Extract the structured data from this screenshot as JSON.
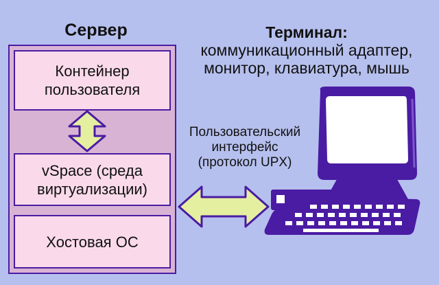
{
  "server": {
    "title": "Сервер",
    "box1": [
      "Контейнер",
      "пользователя"
    ],
    "box2": [
      "vSpace (среда",
      "виртуализации)"
    ],
    "box3": "Хостовая ОС"
  },
  "terminal": {
    "title": "Терминал:",
    "line1": "коммуникационный адаптер,",
    "line2": "монитор, клавиатура, мышь"
  },
  "interface": {
    "line1": "Пользовательский",
    "line2": "интерфейс",
    "line3": "(протокол UPX)"
  },
  "colors": {
    "background": "#b6c0ee",
    "frame_border": "#4a1ba3",
    "frame_fill": "#d9b3d4",
    "box_fill": "#fadaea",
    "arrow_fill": "#e4f0a0",
    "device_purple": "#4a1ba3"
  }
}
